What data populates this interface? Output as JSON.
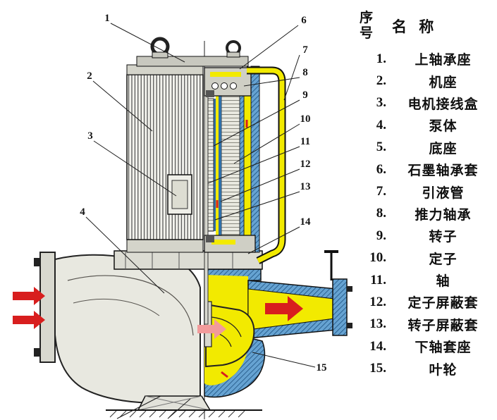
{
  "legend": {
    "col1_header": "序号",
    "col2_header": "名 称",
    "items": [
      {
        "num": "1.",
        "name": "上轴承座"
      },
      {
        "num": "2.",
        "name": "机座"
      },
      {
        "num": "3.",
        "name": "电机接线盒"
      },
      {
        "num": "4.",
        "name": "泵体"
      },
      {
        "num": "5.",
        "name": "底座"
      },
      {
        "num": "6.",
        "name": "石墨轴承套"
      },
      {
        "num": "7.",
        "name": "引液管"
      },
      {
        "num": "8.",
        "name": "推力轴承"
      },
      {
        "num": "9.",
        "name": "转子"
      },
      {
        "num": "10.",
        "name": "定子"
      },
      {
        "num": "11.",
        "name": "轴"
      },
      {
        "num": "12.",
        "name": "定子屏蔽套"
      },
      {
        "num": "13.",
        "name": "转子屏蔽套"
      },
      {
        "num": "14.",
        "name": "下轴套座"
      },
      {
        "num": "15.",
        "name": "叶轮"
      }
    ]
  },
  "callouts": [
    {
      "label": "1"
    },
    {
      "label": "2"
    },
    {
      "label": "3"
    },
    {
      "label": "4"
    },
    {
      "label": "6"
    },
    {
      "label": "7"
    },
    {
      "label": "8"
    },
    {
      "label": "9"
    },
    {
      "label": "10"
    },
    {
      "label": "11"
    },
    {
      "label": "12"
    },
    {
      "label": "13"
    },
    {
      "label": "14"
    },
    {
      "label": "15"
    }
  ],
  "colors": {
    "fluid_yellow": "#f2ea00",
    "section_blue": "#66a3d2",
    "flow_red": "#d81e1e",
    "flow_pink": "#f29b9b",
    "casing_gray": "#e8e8e0"
  }
}
